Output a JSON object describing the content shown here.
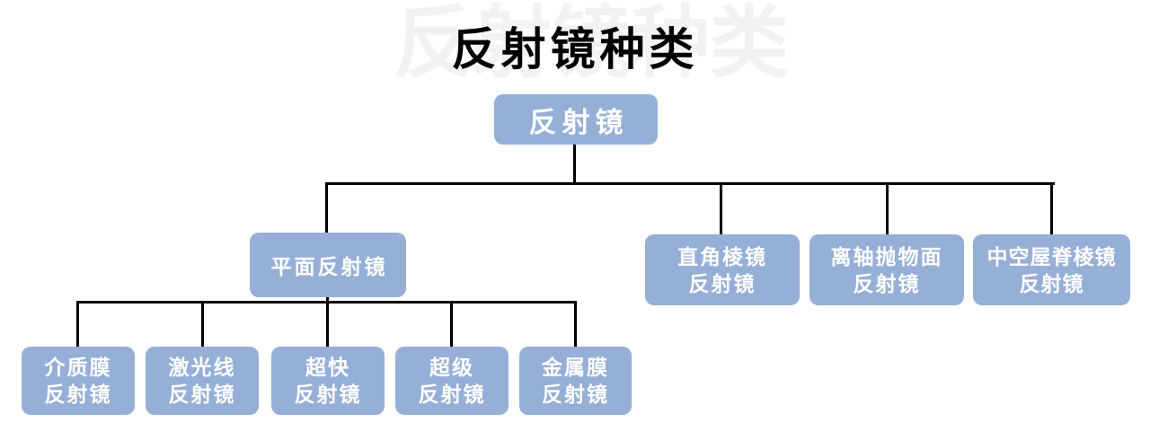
{
  "title": {
    "text": "反射镜种类"
  },
  "watermark": {
    "text": "反射镜种类"
  },
  "colors": {
    "node_fill": "#96AFD6",
    "node_text": "#FFFFFF",
    "connector_line": "#000000",
    "title_text": "#000000",
    "watermark_text": "#F2F2F2"
  },
  "tree": {
    "root": {
      "label": "反射镜"
    },
    "level2": [
      {
        "id": "planar-mirror",
        "label": "平面反射镜"
      },
      {
        "id": "right-angle-prism-mirror",
        "label": "直角棱镜\n反射镜"
      },
      {
        "id": "off-axis-parabolic-mirror",
        "label": "离轴抛物面\n反射镜"
      },
      {
        "id": "hollow-roof-prism-mirror",
        "label": "中空屋脊棱镜\n反射镜"
      }
    ],
    "level3": [
      {
        "id": "dielectric-film-mirror",
        "label": "介质膜\n反射镜"
      },
      {
        "id": "laser-line-mirror",
        "label": "激光线\n反射镜"
      },
      {
        "id": "ultrafast-mirror",
        "label": "超快\n反射镜"
      },
      {
        "id": "super-mirror",
        "label": "超级\n反射镜"
      },
      {
        "id": "metallic-film-mirror",
        "label": "金属膜\n反射镜"
      }
    ]
  }
}
